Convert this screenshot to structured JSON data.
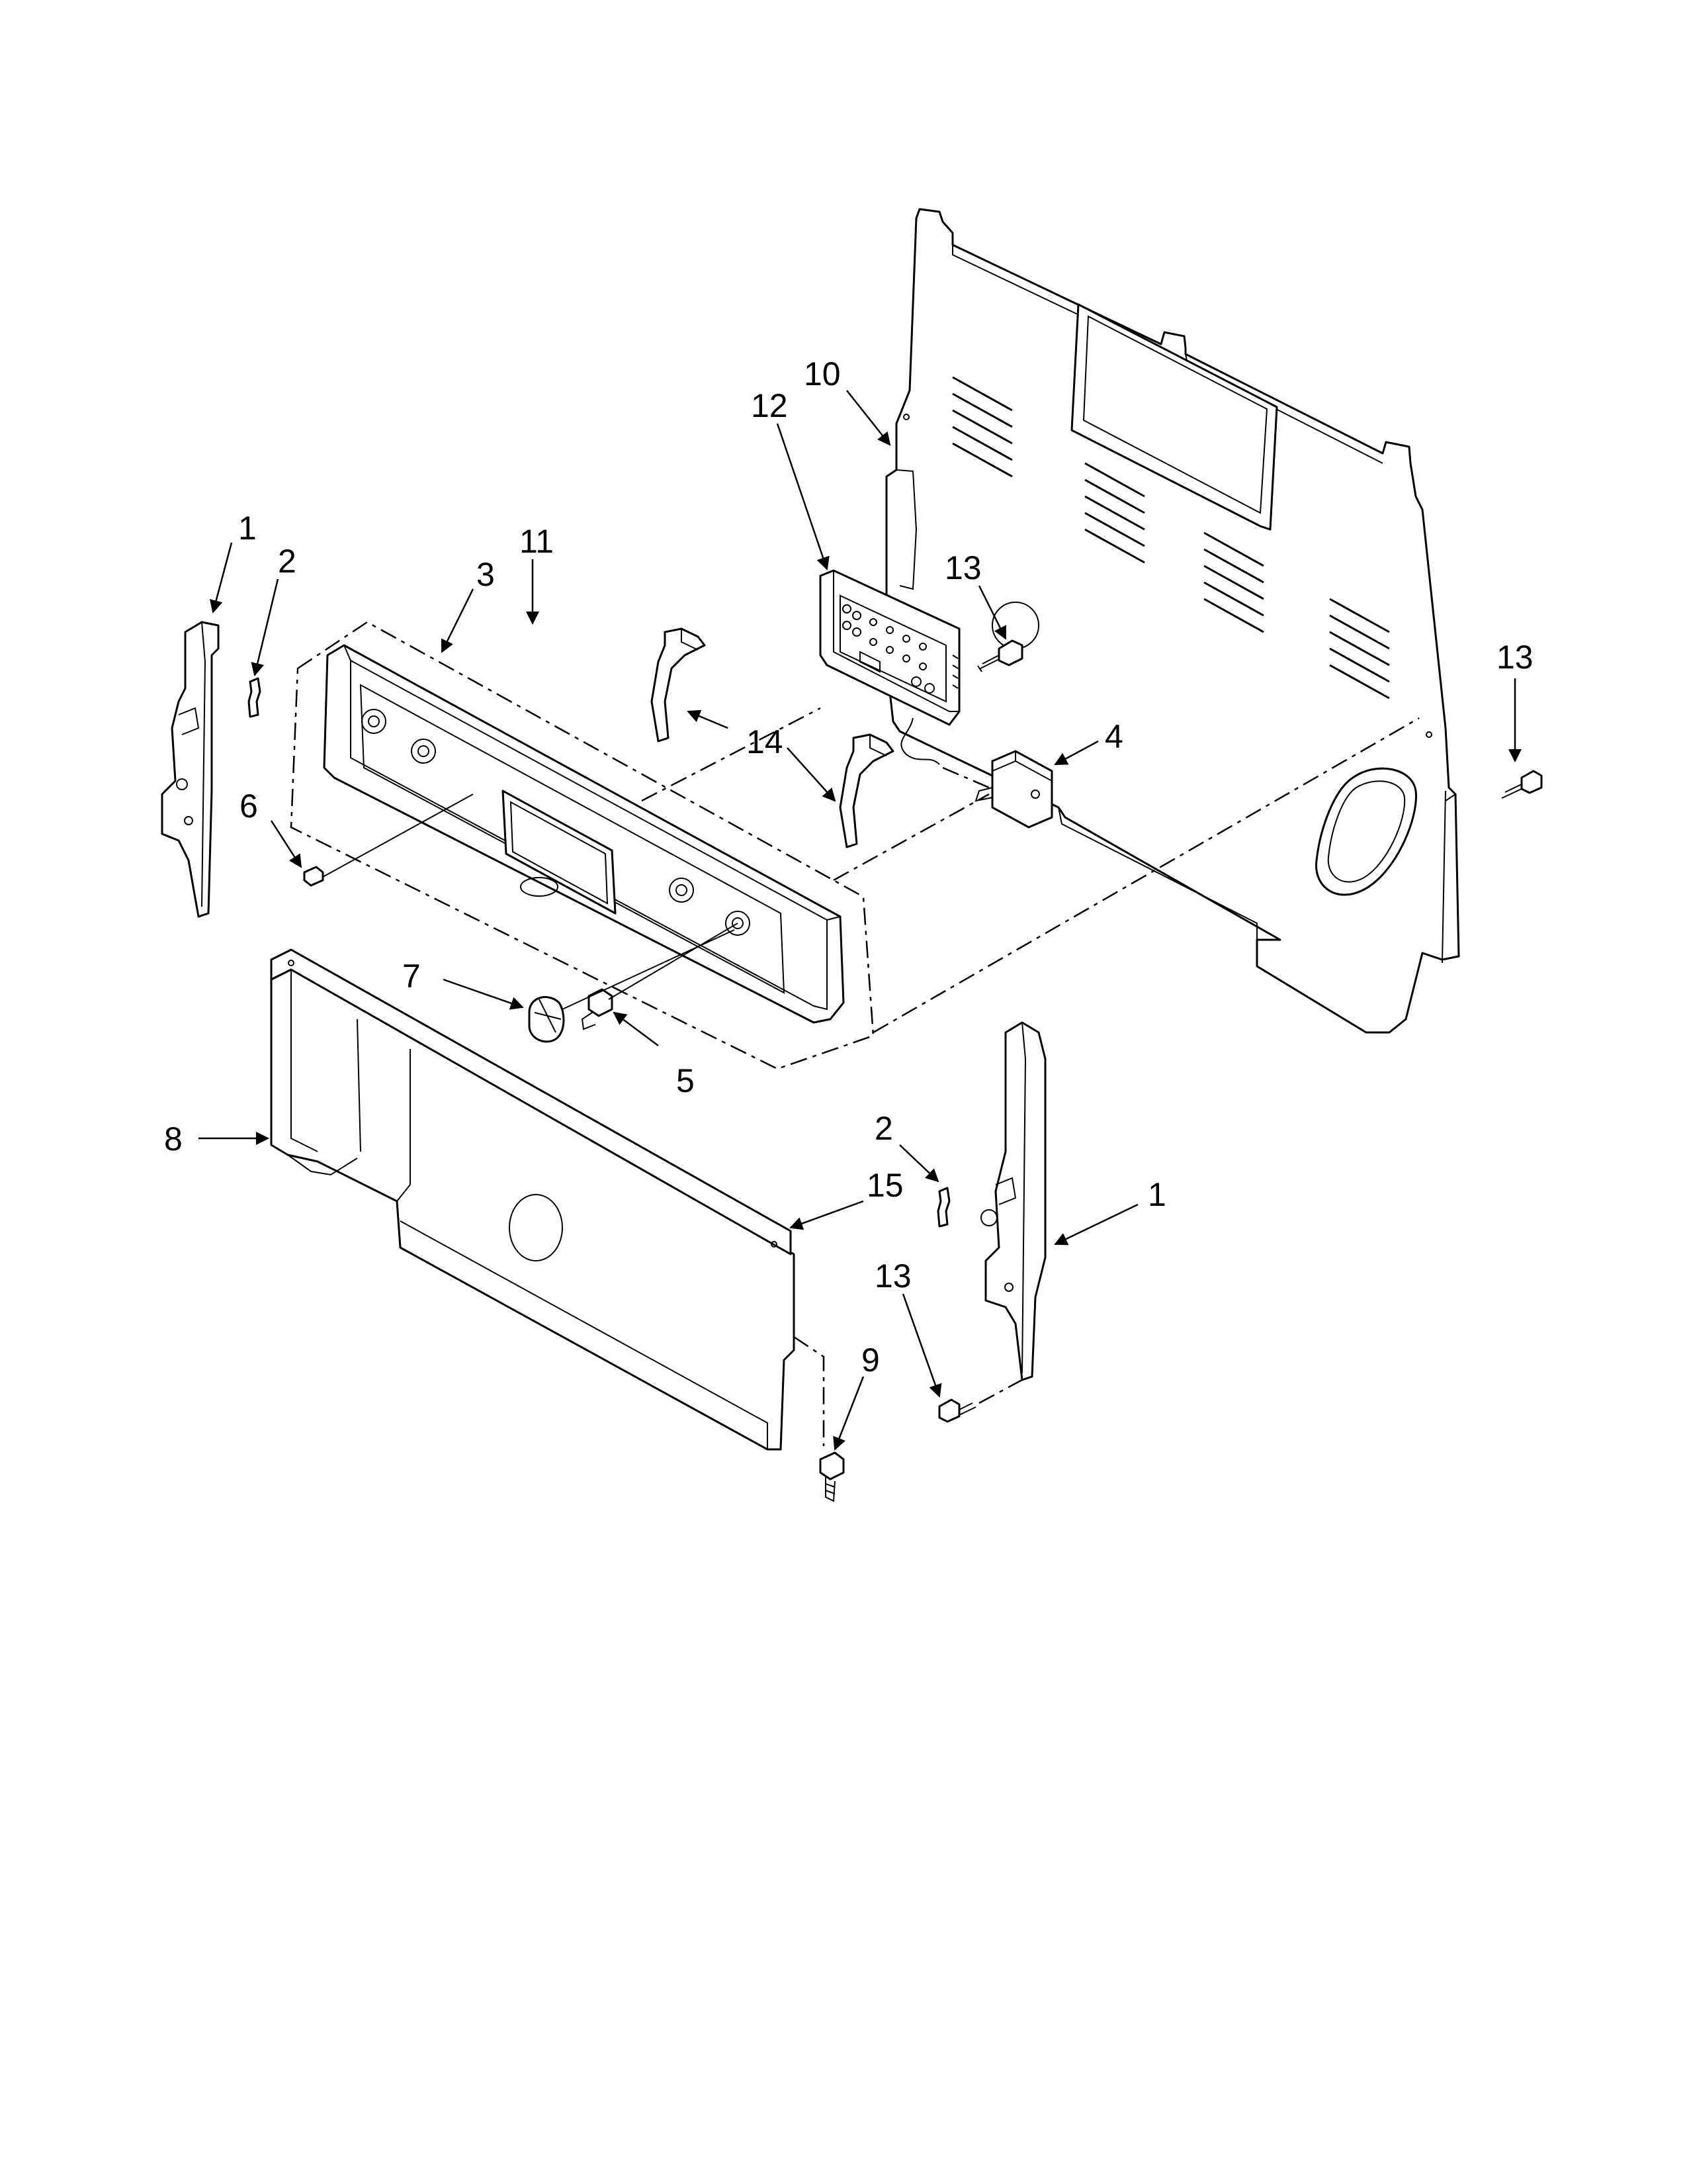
{
  "callouts": {
    "c1_left": "1",
    "c2_left": "2",
    "c3": "3",
    "c11": "11",
    "c6": "6",
    "c14": "14",
    "c12": "12",
    "c10": "10",
    "c13_mid": "13",
    "c4": "4",
    "c13_right": "13",
    "c7": "7",
    "c5": "5",
    "c8": "8",
    "c2_right": "2",
    "c15": "15",
    "c1_right": "1",
    "c13_bottom": "13",
    "c9": "9"
  },
  "colors": {
    "line": "#000000",
    "background": "#ffffff"
  }
}
